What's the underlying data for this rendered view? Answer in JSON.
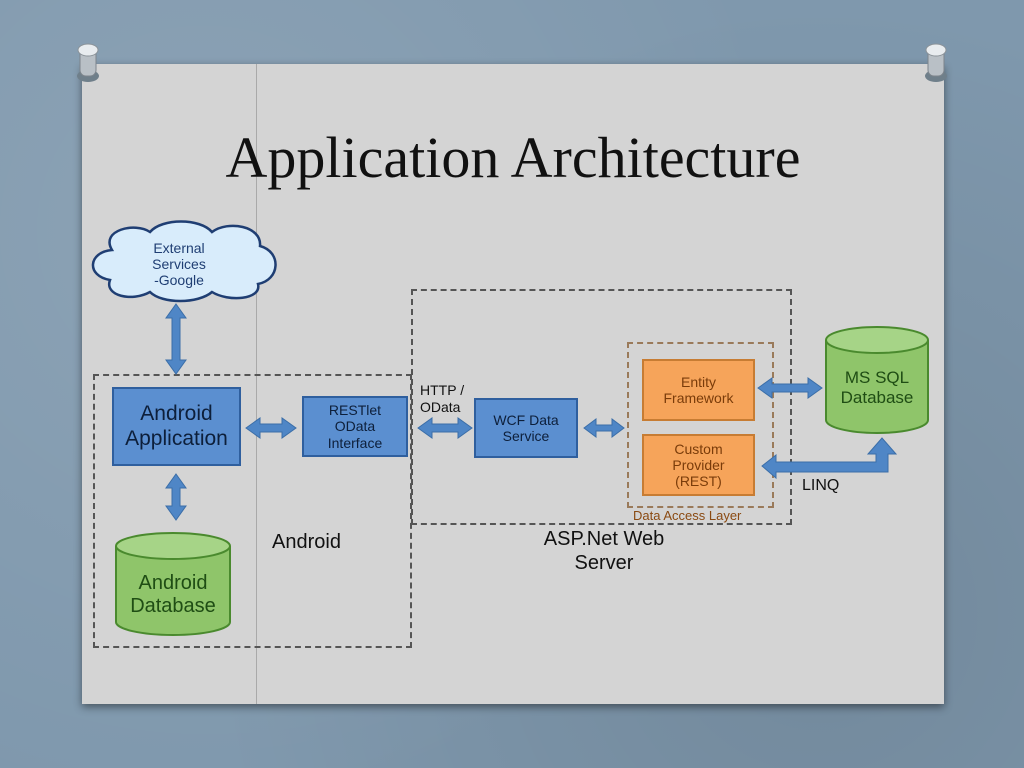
{
  "slide": {
    "title": "Application Architecture"
  },
  "colors": {
    "blue_fill": "#5b8fd0",
    "orange_fill": "#f6a45a",
    "green_fill": "#8fc56a",
    "cloud_fill": "#d8ecfb",
    "arrow": "#4f86c6"
  },
  "diagram": {
    "cloud": "External\nServices\n-Google",
    "android_app": "Android\nApplication",
    "android_db": "Android\nDatabase",
    "restlet": "RESTlet\nOData\nInterface",
    "http_label": "HTTP /\nOData",
    "wcf": "WCF Data\nService",
    "entity": "Entity\nFramework",
    "custom": "Custom\nProvider\n(REST)",
    "dal_label": "Data Access Layer",
    "mssql": "MS SQL\nDatabase",
    "linq": "LINQ",
    "android_region": "Android",
    "asp_region": "ASP.Net Web\nServer"
  }
}
